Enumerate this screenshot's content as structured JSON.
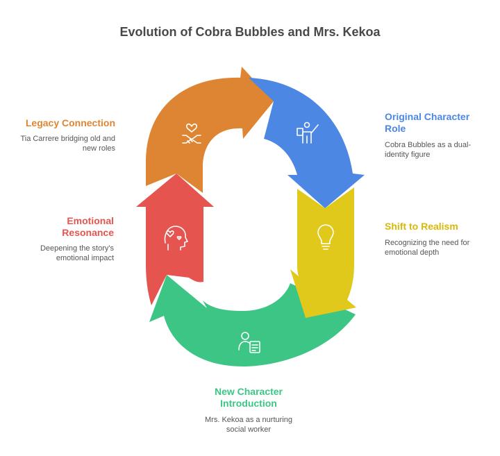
{
  "title": "Evolution of Cobra Bubbles and Mrs. Kekoa",
  "colors": {
    "orange": "#DE8533",
    "blue": "#4C87E4",
    "yellow": "#E1C91B",
    "green": "#3DC585",
    "red": "#E5544F"
  },
  "steps": [
    {
      "title_lines": [
        "Original Character",
        "Role"
      ],
      "desc_lines": [
        "Cobra Bubbles as a dual-",
        "identity figure"
      ],
      "icon": "presenter-icon",
      "color": "#4C87E4"
    },
    {
      "title_lines": [
        "Shift to Realism"
      ],
      "desc_lines": [
        "Recognizing the need for",
        "emotional depth"
      ],
      "icon": "lightbulb-icon",
      "color": "#D8B806"
    },
    {
      "title_lines": [
        "New Character",
        "Introduction"
      ],
      "desc_lines": [
        "Mrs. Kekoa as a nurturing",
        "social worker"
      ],
      "icon": "case-worker-icon",
      "color": "#3DC585"
    },
    {
      "title_lines": [
        "Emotional",
        "Resonance"
      ],
      "desc_lines": [
        "Deepening the story's",
        "emotional impact"
      ],
      "icon": "emotional-head-icon",
      "color": "#E5544F"
    },
    {
      "title_lines": [
        "Legacy Connection"
      ],
      "desc_lines": [
        "Tia Carrere bridging old and",
        "new roles"
      ],
      "icon": "heart-handshake-icon",
      "color": "#DE8533"
    }
  ]
}
